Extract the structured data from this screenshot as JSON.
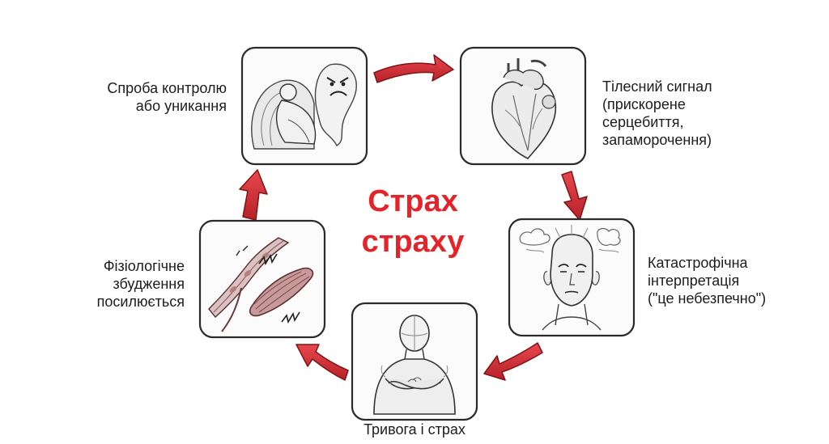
{
  "title": {
    "line1": "Страх",
    "line2": "страху"
  },
  "colors": {
    "title": "#e52329",
    "arrow": "#d9333a",
    "arrow_dark": "#8e1a1f",
    "frame": "#2a2a2a"
  },
  "steps": [
    {
      "icon": "hiding-figure-ghost-icon",
      "lines": [
        "Спроба контролю",
        "або уникання"
      ]
    },
    {
      "icon": "anatomical-heart-icon",
      "lines": [
        "Тілесний сигнал",
        "(прискорене",
        "серцебиття,",
        "запаморочення)"
      ]
    },
    {
      "icon": "worried-head-icon",
      "lines": [
        "Катастрофічна",
        "інтерпретація",
        "(\"це небезпечно\")"
      ]
    },
    {
      "icon": "chest-clutching-figure-icon",
      "lines": [
        "Тривога і страх"
      ]
    },
    {
      "icon": "vessel-muscle-icon",
      "lines": [
        "Фізіологічне",
        "збудження",
        "посилюється"
      ]
    }
  ]
}
